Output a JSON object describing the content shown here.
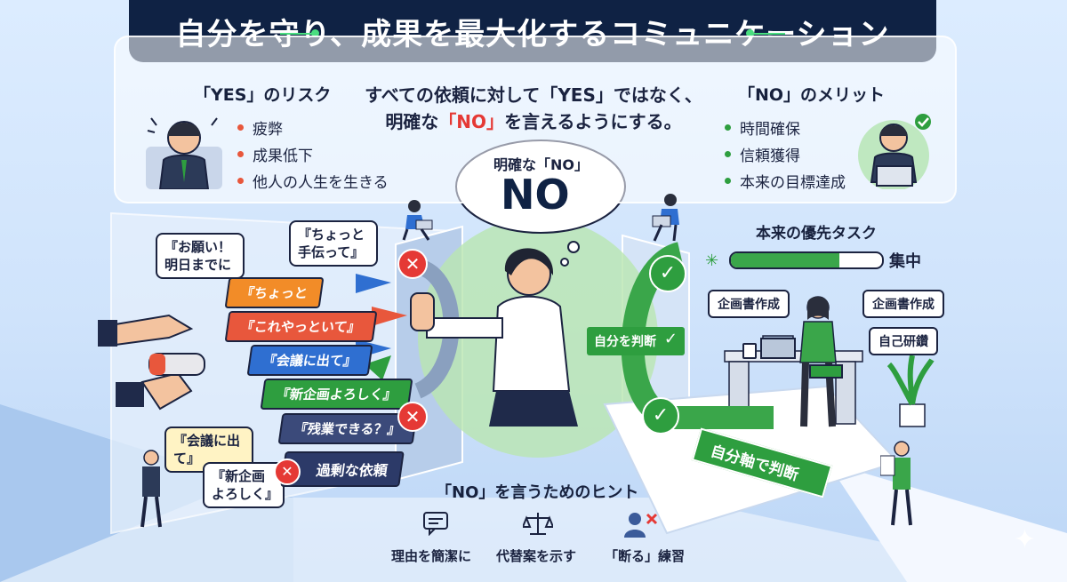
{
  "title": "自分を守り、成果を最大化するコミュニケーション",
  "yes_risk": {
    "heading": "「YES」のリスク",
    "items": [
      "疲弊",
      "成果低下",
      "他人の人生を生きる"
    ],
    "bullet_color": "#e8573c"
  },
  "center_message": {
    "line1": "すべての依頼に対して「YES」ではなく、",
    "line2_pre": "明確な",
    "line2_no": "「NO」",
    "line2_post": "を言えるようにする。"
  },
  "no_merit": {
    "heading": "「NO」のメリット",
    "items": [
      "時間確保",
      "信頼獲得",
      "本来の目標達成"
    ],
    "bullet_color": "#2e9e3f"
  },
  "thought": {
    "caption": "明確な「NO」",
    "big": "NO"
  },
  "requests": {
    "bubble1": "『お願い！明日までに",
    "bubble2": "『ちょっと手伝って』",
    "tag_orange": "『ちょっと",
    "tag_red": "『これやっといて』",
    "tag_blue": "『会議に出て』",
    "tag_green": "『新企画よろしく』",
    "tag_dark": "『残業できる？』",
    "bubble_meeting": "『会議に出て』",
    "bubble_newplan": "『新企画よろしく』",
    "excess": "過剰な依頼"
  },
  "judgement": {
    "label": "自分を判断",
    "axis": "自分軸で判断"
  },
  "priority": {
    "heading": "本来の優先タスク",
    "focus": "集中",
    "progress": 0.72,
    "tasks": [
      "企画書作成",
      "企画書作成",
      "自己研鑽"
    ]
  },
  "hints": {
    "heading": "「NO」を言うためのヒント",
    "items": [
      {
        "icon": "chat-icon",
        "label": "理由を簡潔に"
      },
      {
        "icon": "scale-icon",
        "label": "代替案を示す"
      },
      {
        "icon": "person-x-icon",
        "label": "「断る」練習"
      }
    ]
  },
  "colors": {
    "navy": "#0f2244",
    "red": "#e53935",
    "green": "#2e9e3f",
    "orange": "#f28c28",
    "blue": "#2f6fd1"
  }
}
